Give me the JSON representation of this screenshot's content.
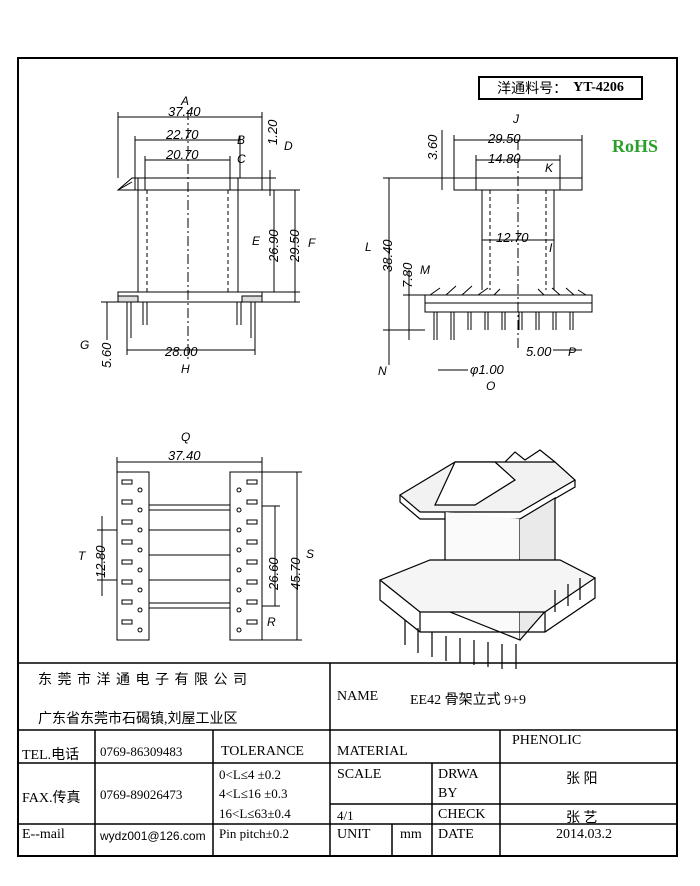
{
  "part_number": {
    "label": "洋通料号：",
    "value": "YT-4206"
  },
  "rohs": "RoHS",
  "dimensions": {
    "a": "37.40",
    "b": "22.70",
    "c": "20.70",
    "d": "1.20",
    "e": "26.90",
    "f": "29.50",
    "g": "5.60",
    "h": "28.00",
    "j": "29.50",
    "k": "14.80",
    "top": "3.60",
    "i": "12.70",
    "l": "38.40",
    "m": "7.80",
    "p": "5.00",
    "o": "φ1.00",
    "q": "37.40",
    "t": "12.80",
    "r": "26.60",
    "s": "45.70"
  },
  "labels": {
    "A": "A",
    "B": "B",
    "C": "C",
    "D": "D",
    "E": "E",
    "F": "F",
    "G": "G",
    "H": "H",
    "I": "I",
    "J": "J",
    "K": "K",
    "L": "L",
    "M": "M",
    "N": "N",
    "O": "O",
    "P": "P",
    "Q": "Q",
    "R": "R",
    "S": "S",
    "T": "T"
  },
  "title_block": {
    "company": "东 莞 市 洋 通 电 子 有 限 公 司",
    "address": "广东省东莞市石碣镇,刘屋工业区",
    "name_label": "NAME",
    "name_value": "EE42 骨架立式 9+9",
    "tel_label": "TEL.电话",
    "tel_value": "0769-86309483",
    "tolerance_label": "TOLERANCE",
    "material_label": "MATERIAL",
    "material_value": "PHENOLIC",
    "fax_label": "FAX.传真",
    "fax_value": "0769-89026473",
    "tol_1": "0<L≤4   ±0.2",
    "tol_2": "4<L≤16  ±0.3",
    "tol_3": "16<L≤63±0.4",
    "tol_4": "Pin pitch±0.2",
    "scale_label": "SCALE",
    "scale_value": "4/1",
    "drawn_label_1": "DRWA",
    "drawn_label_2": "BY",
    "drawn_value": "张 阳",
    "check_label": "CHECK",
    "check_value": "张 艺",
    "email_label": "E--mail",
    "email_value": "wydz001@126.com",
    "unit_label": "UNIT",
    "unit_value": "mm",
    "date_label": "DATE",
    "date_value": "2014.03.2"
  }
}
